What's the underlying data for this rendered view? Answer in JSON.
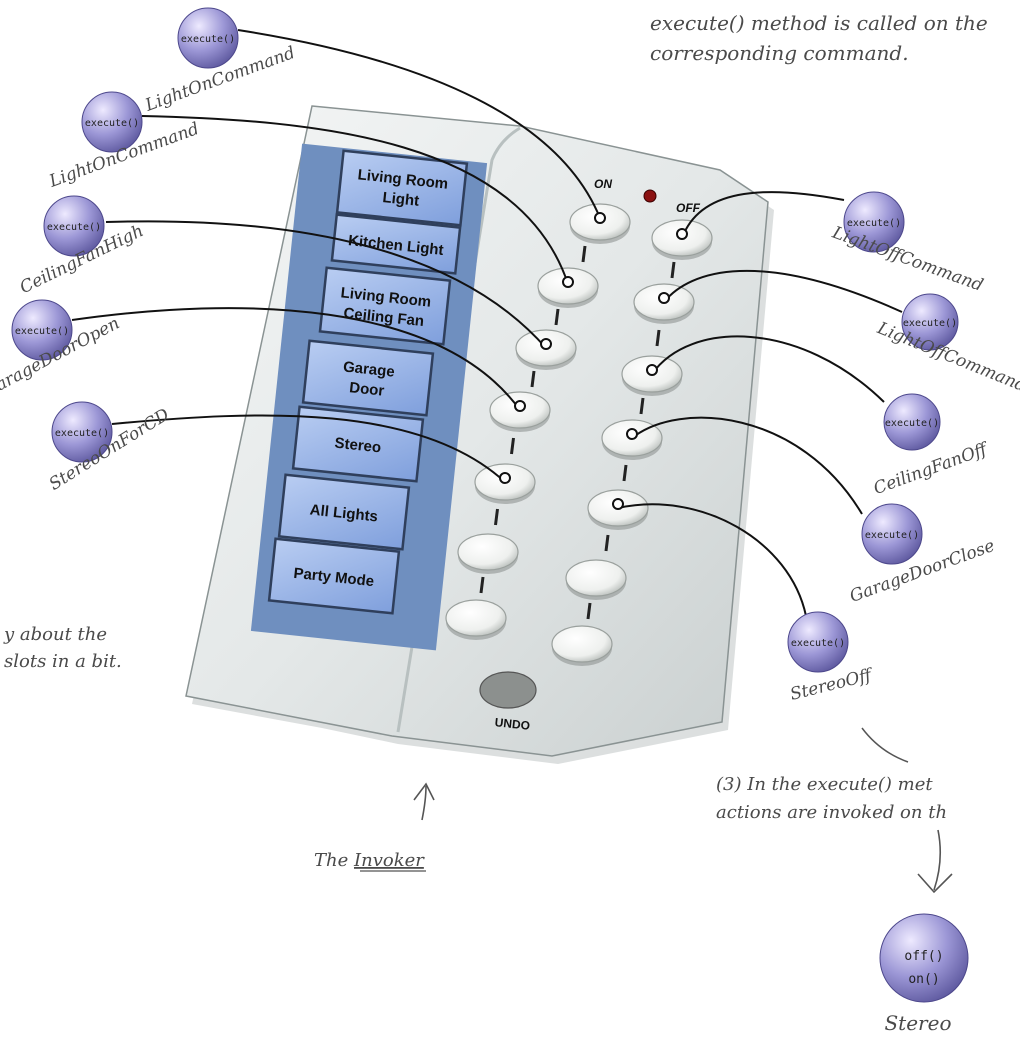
{
  "top_note": [
    "execute() method is called on the",
    "corresponding command."
  ],
  "left_note": [
    "y about the",
    "slots in a bit."
  ],
  "bottom_note": [
    "(3) In the execute() met",
    "actions are invoked on th"
  ],
  "invoker_label": {
    "prefix": "The ",
    "word": "Invoker"
  },
  "remote": {
    "on_label": "ON",
    "off_label": "OFF",
    "undo_label": "UNDO",
    "slots": [
      [
        "Living Room",
        "Light"
      ],
      [
        "Kitchen Light"
      ],
      [
        "Living Room",
        "Ceiling Fan"
      ],
      [
        "Garage",
        "Door"
      ],
      [
        "Stereo"
      ],
      [
        "All Lights"
      ],
      [
        "Party Mode"
      ]
    ]
  },
  "commands_on": [
    {
      "method": "execute()",
      "name": "LightOnCommand"
    },
    {
      "method": "execute()",
      "name": "LightOnCommand"
    },
    {
      "method": "execute()",
      "name": "CeilingFanHigh"
    },
    {
      "method": "execute()",
      "name": "GarageDoorOpen"
    },
    {
      "method": "execute()",
      "name": "StereoOnForCD"
    }
  ],
  "commands_off": [
    {
      "method": "execute()",
      "name": "LightOffCommand"
    },
    {
      "method": "execute()",
      "name": "LightOffCommand"
    },
    {
      "method": "execute()",
      "name": "CeilingFanOff"
    },
    {
      "method": "execute()",
      "name": "GarageDoorClose"
    },
    {
      "method": "execute()",
      "name": "StereoOff"
    }
  ],
  "receiver": {
    "methods": [
      "off()",
      "on()"
    ],
    "name": "Stereo"
  },
  "colors": {
    "remote_body": "#e9ecec",
    "slot_fill": "#8fb0e6",
    "command_ball": "#9c97d6",
    "wire": "#111111"
  }
}
